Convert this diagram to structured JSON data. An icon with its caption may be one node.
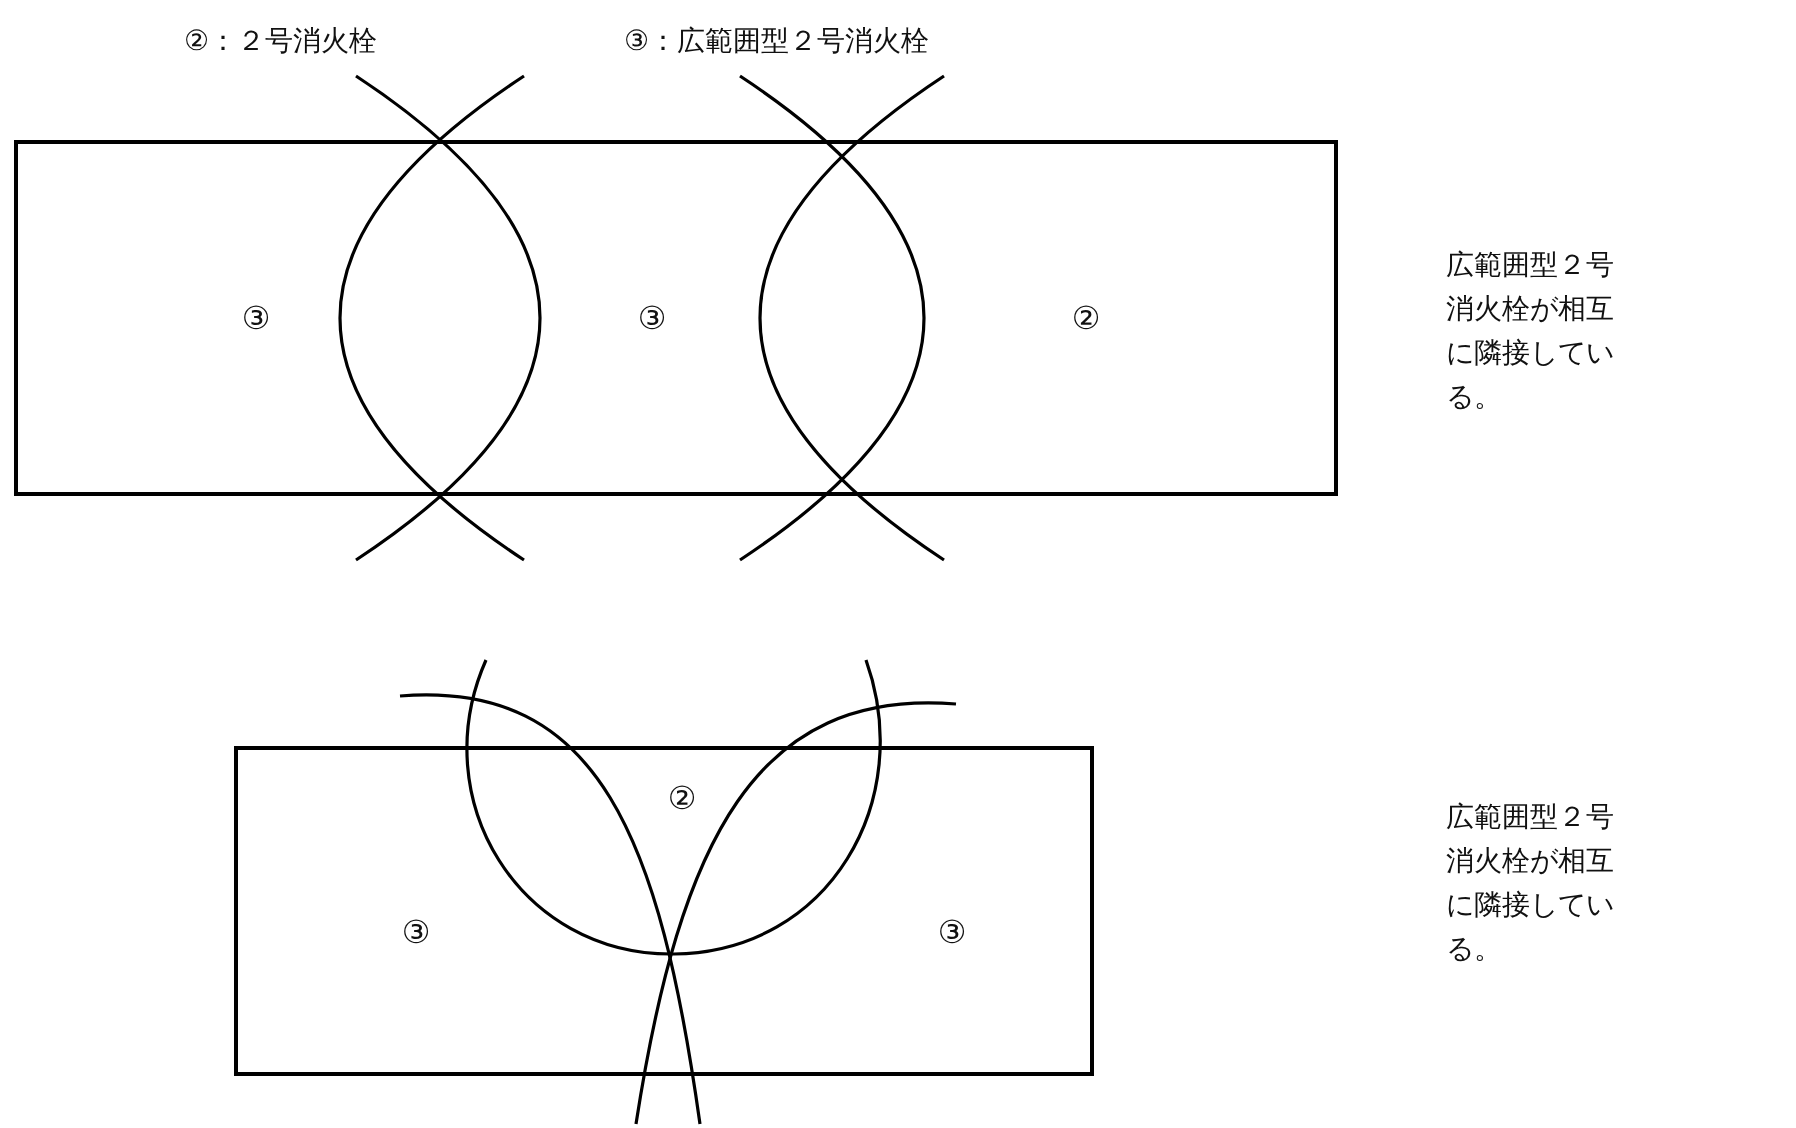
{
  "diagram": {
    "labels": [
      "②：２号消火栓",
      "③：広範囲型２号消火栓",
      "③",
      "③",
      "②",
      "広範囲型２号消火栓が相互に隣接している。",
      "②",
      "③",
      "③",
      "広範囲型２号消火栓が相互に隣接している。"
    ]
  }
}
